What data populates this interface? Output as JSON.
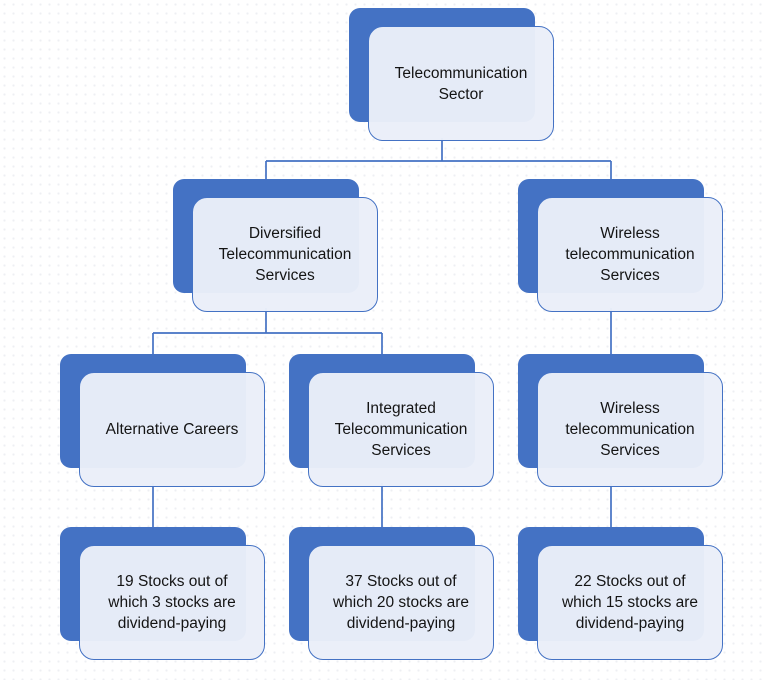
{
  "diagram": {
    "type": "hierarchy",
    "subject": "Telecommunication Sector"
  },
  "nodes": [
    {
      "id": "telecom-sector",
      "level": 1,
      "parent": null,
      "label": "Telecommunication\nSector"
    },
    {
      "id": "diversified-telecom-services",
      "level": 2,
      "parent": "telecom-sector",
      "label": "Diversified\nTelecommunication\nServices"
    },
    {
      "id": "wireless-telecom-services",
      "level": 2,
      "parent": "telecom-sector",
      "label": "Wireless\ntelecommunication\nServices"
    },
    {
      "id": "alternative-careers",
      "level": 3,
      "parent": "diversified-telecom-services",
      "label": "Alternative Careers"
    },
    {
      "id": "integrated-telecom-services",
      "level": 3,
      "parent": "diversified-telecom-services",
      "label": "Integrated\nTelecommunication\nServices"
    },
    {
      "id": "wireless-telecom-services-sub",
      "level": 3,
      "parent": "wireless-telecom-services",
      "label": "Wireless\ntelecommunication\nServices"
    },
    {
      "id": "alternative-careers-stats",
      "level": 4,
      "parent": "alternative-careers",
      "label": "19 Stocks out of\nwhich 3 stocks are\ndividend-paying",
      "stocks": 19,
      "dividend_paying_stocks": 3
    },
    {
      "id": "integrated-telecom-stats",
      "level": 4,
      "parent": "integrated-telecom-services",
      "label": "37 Stocks out of\nwhich 20 stocks are\ndividend-paying",
      "stocks": 37,
      "dividend_paying_stocks": 20
    },
    {
      "id": "wireless-telecom-stats",
      "level": 4,
      "parent": "wireless-telecom-services-sub",
      "label": "22 Stocks out of\nwhich 15 stocks are\ndividend-paying",
      "stocks": 22,
      "dividend_paying_stocks": 15
    }
  ],
  "colors": {
    "shape_fill_dark": "#4472c4",
    "shape_fill_light": "#e9edf8",
    "shape_border": "#4472c4",
    "connector": "#4472c4",
    "text": "#141414",
    "background": "#ffffff"
  }
}
